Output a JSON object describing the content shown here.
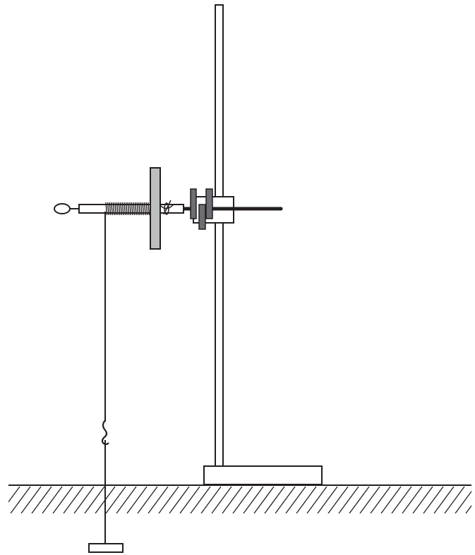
{
  "diagram": {
    "components": [
      "stand-base",
      "vertical-rod",
      "boss-clamp",
      "horizontal-arm",
      "spindle-tube",
      "spring-coil",
      "disk-plate",
      "ring-handle",
      "suspension-string",
      "hook",
      "hanging-weight",
      "ground-hatching"
    ],
    "colors": {
      "stroke": "#231f20",
      "clamp_fill": "#6d6e71",
      "plate_fill": "#bcbec0",
      "background": "#ffffff"
    }
  }
}
